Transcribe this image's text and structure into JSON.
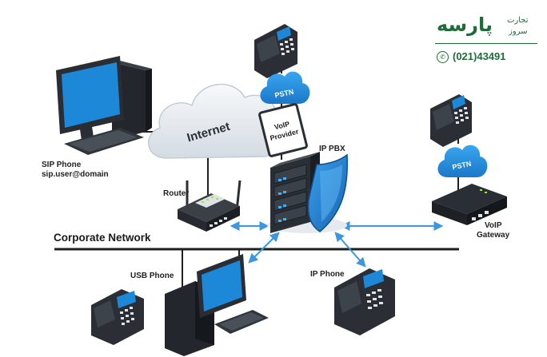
{
  "labels": {
    "sip_phone": "SIP Phone",
    "sip_address": "sip.user@domain",
    "internet": "Internet",
    "pstn_top": "PSTN",
    "pstn_right": "PSTN",
    "voip_provider_line1": "VoIP",
    "voip_provider_line2": "Provider",
    "ip_pbx": "IP PBX",
    "router": "Router",
    "corporate_network": "Corporate Network",
    "usb_phone": "USB Phone",
    "ip_phone": "IP Phone",
    "voip_gateway_line1": "VoIP",
    "voip_gateway_line2": "Gateway"
  },
  "brand": {
    "logo_text": "پارسه",
    "tagline_top": "تجارت",
    "tagline_bottom": "سروز",
    "phone": "(021)43491"
  },
  "colors": {
    "screen_blue": "#1e88d8",
    "cloud_blue": "#1f8fe0",
    "arrow_blue": "#3a97e0",
    "device_dark": "#262a30",
    "brand_green": "#1f6b3a"
  },
  "icons": [
    "phone-icon"
  ]
}
